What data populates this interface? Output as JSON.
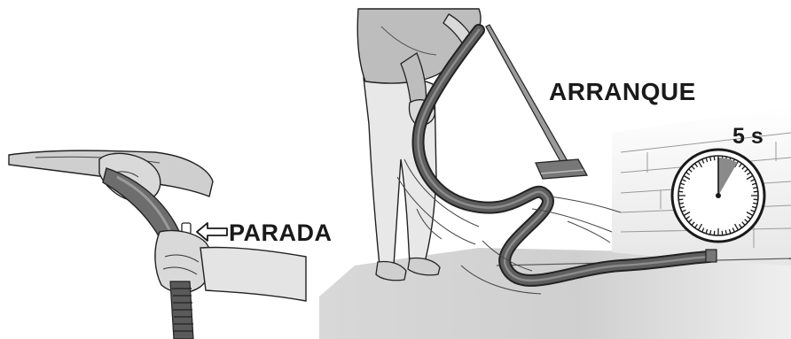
{
  "labels": {
    "stop": "PARADA",
    "start": "ARRANQUE",
    "timer": "5 s"
  },
  "timer": {
    "seconds_shown": 5,
    "sweep_fraction": 0.0833
  },
  "colors": {
    "hose": "#5e5e5e",
    "hose_light": "#8c8c8c",
    "skin": "#d9d9d9",
    "cloth": "#bdbdbd",
    "floor": "#c7c7c7",
    "line": "#222222"
  },
  "icons": {
    "stop_arrow": "hollow-left-arrow-icon",
    "timer": "stopwatch-icon"
  }
}
